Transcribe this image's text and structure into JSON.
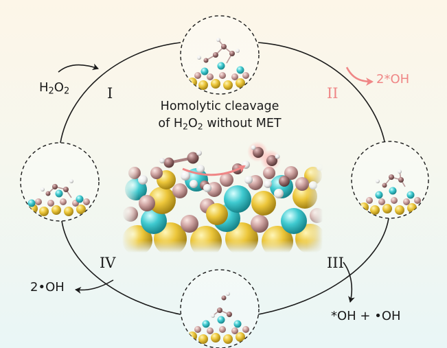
{
  "title": {
    "line1": "Homolytic cleavage",
    "line2_pre": "of H",
    "line2_sub1": "2",
    "line2_mid": "O",
    "line2_sub2": "2",
    "line2_post": " without MET"
  },
  "steps": [
    {
      "numeral": "I"
    },
    {
      "numeral": "II"
    },
    {
      "numeral": "III"
    },
    {
      "numeral": "IV"
    }
  ],
  "species": {
    "reactant": {
      "pre": "H",
      "sub1": "2",
      "mid": "O",
      "sub2": "2"
    },
    "product_ii": "2*OH",
    "product_iii": "*OH + •OH",
    "product_iv": "2•OH"
  },
  "colors": {
    "cycle": "#1a1a1a",
    "highlight": "#ef8686",
    "sulfur": "#e8c43a",
    "metal": "#3ec9cf",
    "oxygen": "#c8a0a0",
    "hydrogen": "#f2f2f2"
  }
}
